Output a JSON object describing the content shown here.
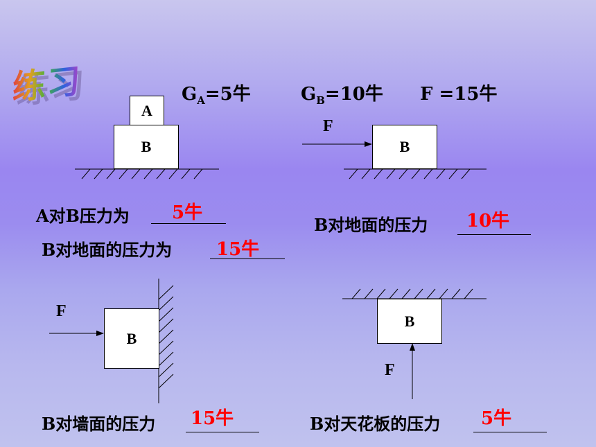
{
  "title": "练习",
  "givens": {
    "ga_prefix": "G",
    "ga_sub": "A",
    "ga_value": "=5牛",
    "gb_prefix": "G",
    "gb_sub": "B",
    "gb_value": "=10牛",
    "f": "F =15牛"
  },
  "blocks": {
    "a": "A",
    "b": "B"
  },
  "force_label": "F",
  "questions": [
    {
      "text": "A对B压力为",
      "answer": "5牛"
    },
    {
      "text": "B对地面的压力为",
      "answer": "15牛"
    },
    {
      "text": "B对地面的压力",
      "answer": "10牛"
    },
    {
      "text": "B对墙面的压力",
      "answer": "15牛"
    },
    {
      "text": "B对天花板的压力",
      "answer": "5牛"
    }
  ]
}
